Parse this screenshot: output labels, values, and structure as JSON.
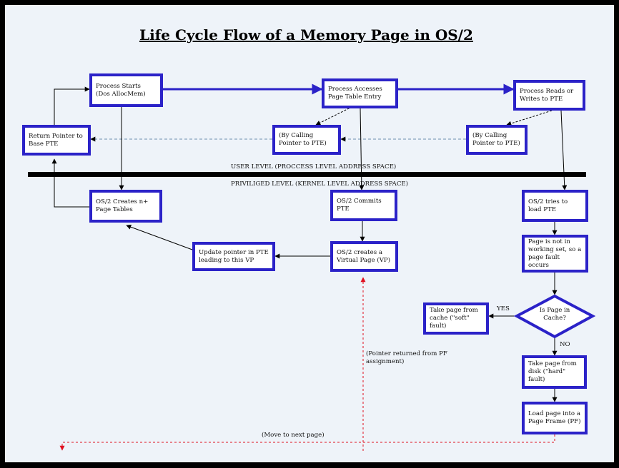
{
  "title": "Life Cycle Flow of a Memory Page in OS/2",
  "colors": {
    "box_border": "#2b22c8",
    "background": "#eef3f9",
    "dashed_arrow": "#e01020",
    "solid_arrow": "#2b22c8"
  },
  "levels": {
    "user": "USER LEVEL (PROCCESS LEVEL ADDRESS SPACE)",
    "kernel": "PRIVILIGED LEVEL (KERNEL LEVEL ADDRESS SPACE)"
  },
  "nodes": {
    "process_starts": "Process Starts (Dos AllocMem)",
    "process_accesses": "Process Accesses Page Table Entry",
    "process_reads": "Process Reads or Writes to PTE",
    "return_pointer": "Return Pointer to Base PTE",
    "by_calling_1": "(By Calling Pointer to PTE)",
    "by_calling_2": "(By Calling Pointer to PTE)",
    "os2_creates_tables": "OS/2 Creates n+ Page Tables",
    "os2_commits": "OS/2 Commits PTE",
    "os2_tries": "OS/2 tries to load PTE",
    "update_pointer": "Update pointer in PTE leading to this VP",
    "os2_creates_vp": "OS/2 creates a Virtual Page (VP)",
    "page_not_in_ws": "Page is not in working set, so a page fault occurs",
    "is_in_cache": "Is Page in Cache?",
    "take_from_cache": "Take page from cache (\"soft\" fault)",
    "take_from_disk": "Take page from disk (\"hard\" fault)",
    "load_page": "Load page into a Page Frame (PF)"
  },
  "edge_labels": {
    "yes": "YES",
    "no": "NO",
    "pointer_returned": "(Pointer returned from PF assignment)",
    "move_next": "(Move to next page)"
  }
}
